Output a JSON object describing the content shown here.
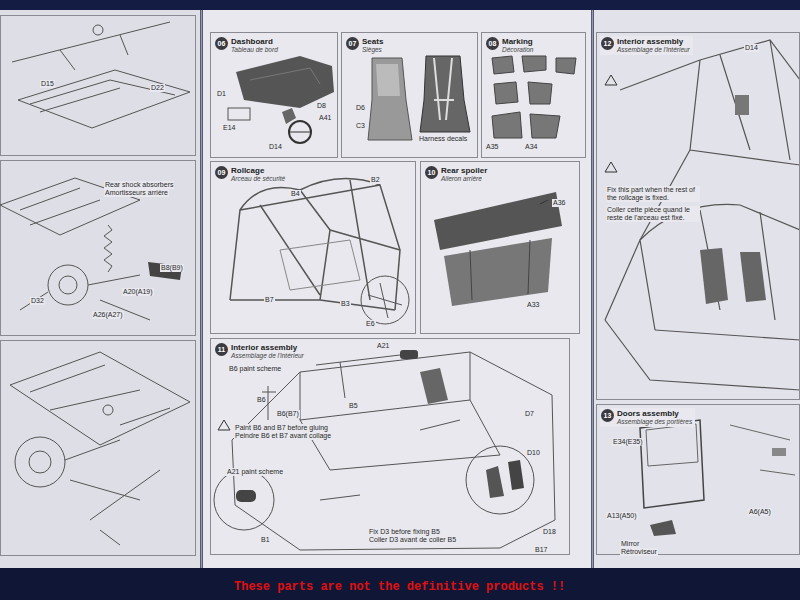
{
  "diagram": {
    "nodes": [
      {
        "text": [
          "06",
          "Dashboard",
          "Tableau de bord"
        ]
      },
      {
        "text": [
          "07",
          "Seats",
          "Sièges"
        ]
      },
      {
        "text": [
          "08",
          "Marking",
          "Décoration"
        ]
      },
      {
        "text": [
          "09",
          "Rollcage",
          "Arceau de sécurité"
        ]
      },
      {
        "text": [
          "10",
          "Rear spoiler",
          "Aileron arrière"
        ]
      },
      {
        "text": [
          "11",
          "Interior assembly",
          "Assemblage de l'intérieur"
        ]
      },
      {
        "text": [
          "12",
          "Interior assembly",
          "Assemblage de l'intérieur"
        ]
      },
      {
        "text": [
          "13",
          "Doors assembly",
          "Assemblage des portières"
        ]
      }
    ],
    "labels": [
      "D15",
      "D22",
      "Rear shock absorbers",
      "Amortisseurs arrière",
      "B8(B9)",
      "A20(A19)",
      "A26(A27)",
      "D32",
      "D1",
      "D8",
      "A41",
      "D14",
      "E14",
      "D6",
      "C3",
      "Harness decals",
      "A35",
      "A34",
      "B4",
      "B2",
      "B7",
      "B3",
      "E6",
      "A36",
      "A33",
      "B6 paint scheme",
      "B6",
      "A21",
      "B5",
      "B6(B7)",
      "Paint B6 and B7 before gluing",
      "Peindre B6 et B7 avant collage",
      "A21 paint scheme",
      "B1",
      "D7",
      "D10",
      "Fix D3 before fixing B5",
      "Coller D3 avant de coller B5",
      "D18",
      "B17",
      "D14",
      "Fix this part when the rest of the rollcage is fixed.",
      "Coller cette pièce quand le reste de l'arceau est fixé.",
      "E34(E35)",
      "A13(A50)",
      "Mirror",
      "Rétroviseur",
      "A6(A5)",
      "These parts are not the definitive products !!"
    ]
  }
}
